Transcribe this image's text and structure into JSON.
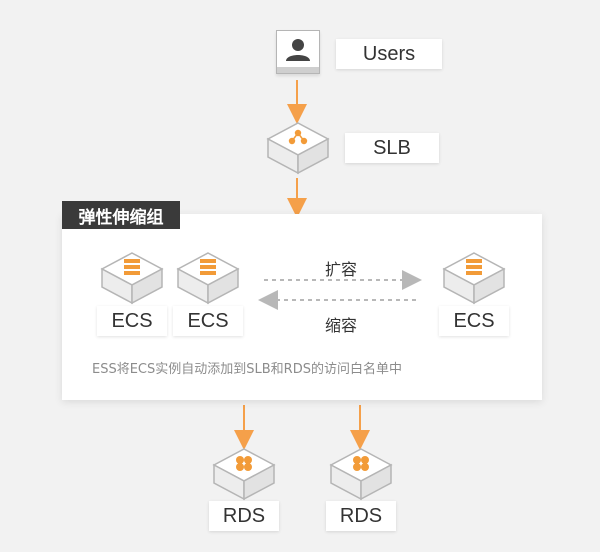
{
  "users_label": "Users",
  "slb_label": "SLB",
  "group_title": "弹性伸缩组",
  "ecs_labels": [
    "ECS",
    "ECS",
    "ECS"
  ],
  "scale_out_label": "扩容",
  "scale_in_label": "缩容",
  "note": "ESS将ECS实例自动添加到SLB和RDS的访问白名单中",
  "rds_labels": [
    "RDS",
    "RDS"
  ],
  "colors": {
    "accent": "#f5a04a",
    "icon_orange": "#f29b38",
    "dashed_arrow": "#b8b8b8",
    "background": "#f2f2f2",
    "title_bar": "#3a3a3a"
  }
}
